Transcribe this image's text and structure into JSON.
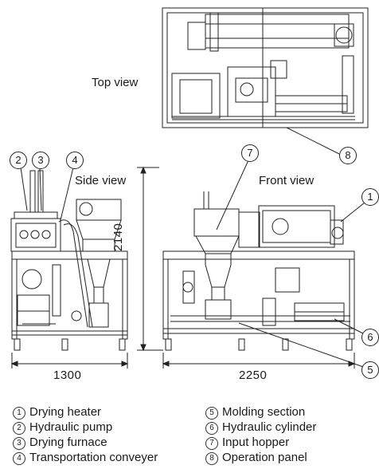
{
  "views": {
    "top": "Top view",
    "side": "Side view",
    "front": "Front view"
  },
  "dimensions": {
    "side_width": "1300",
    "front_width": "2250",
    "height": "2140"
  },
  "callouts": {
    "c1": "1",
    "c2": "2",
    "c3": "3",
    "c4": "4",
    "c5": "5",
    "c6": "6",
    "c7": "7",
    "c8": "8"
  },
  "legend": [
    {
      "num": "1",
      "text": "Drying heater"
    },
    {
      "num": "2",
      "text": "Hydraulic pump"
    },
    {
      "num": "3",
      "text": "Drying furnace"
    },
    {
      "num": "4",
      "text": "Transportation conveyer"
    },
    {
      "num": "5",
      "text": "Molding section"
    },
    {
      "num": "6",
      "text": "Hydraulic cylinder"
    },
    {
      "num": "7",
      "text": "Input hopper"
    },
    {
      "num": "8",
      "text": "Operation panel"
    }
  ]
}
